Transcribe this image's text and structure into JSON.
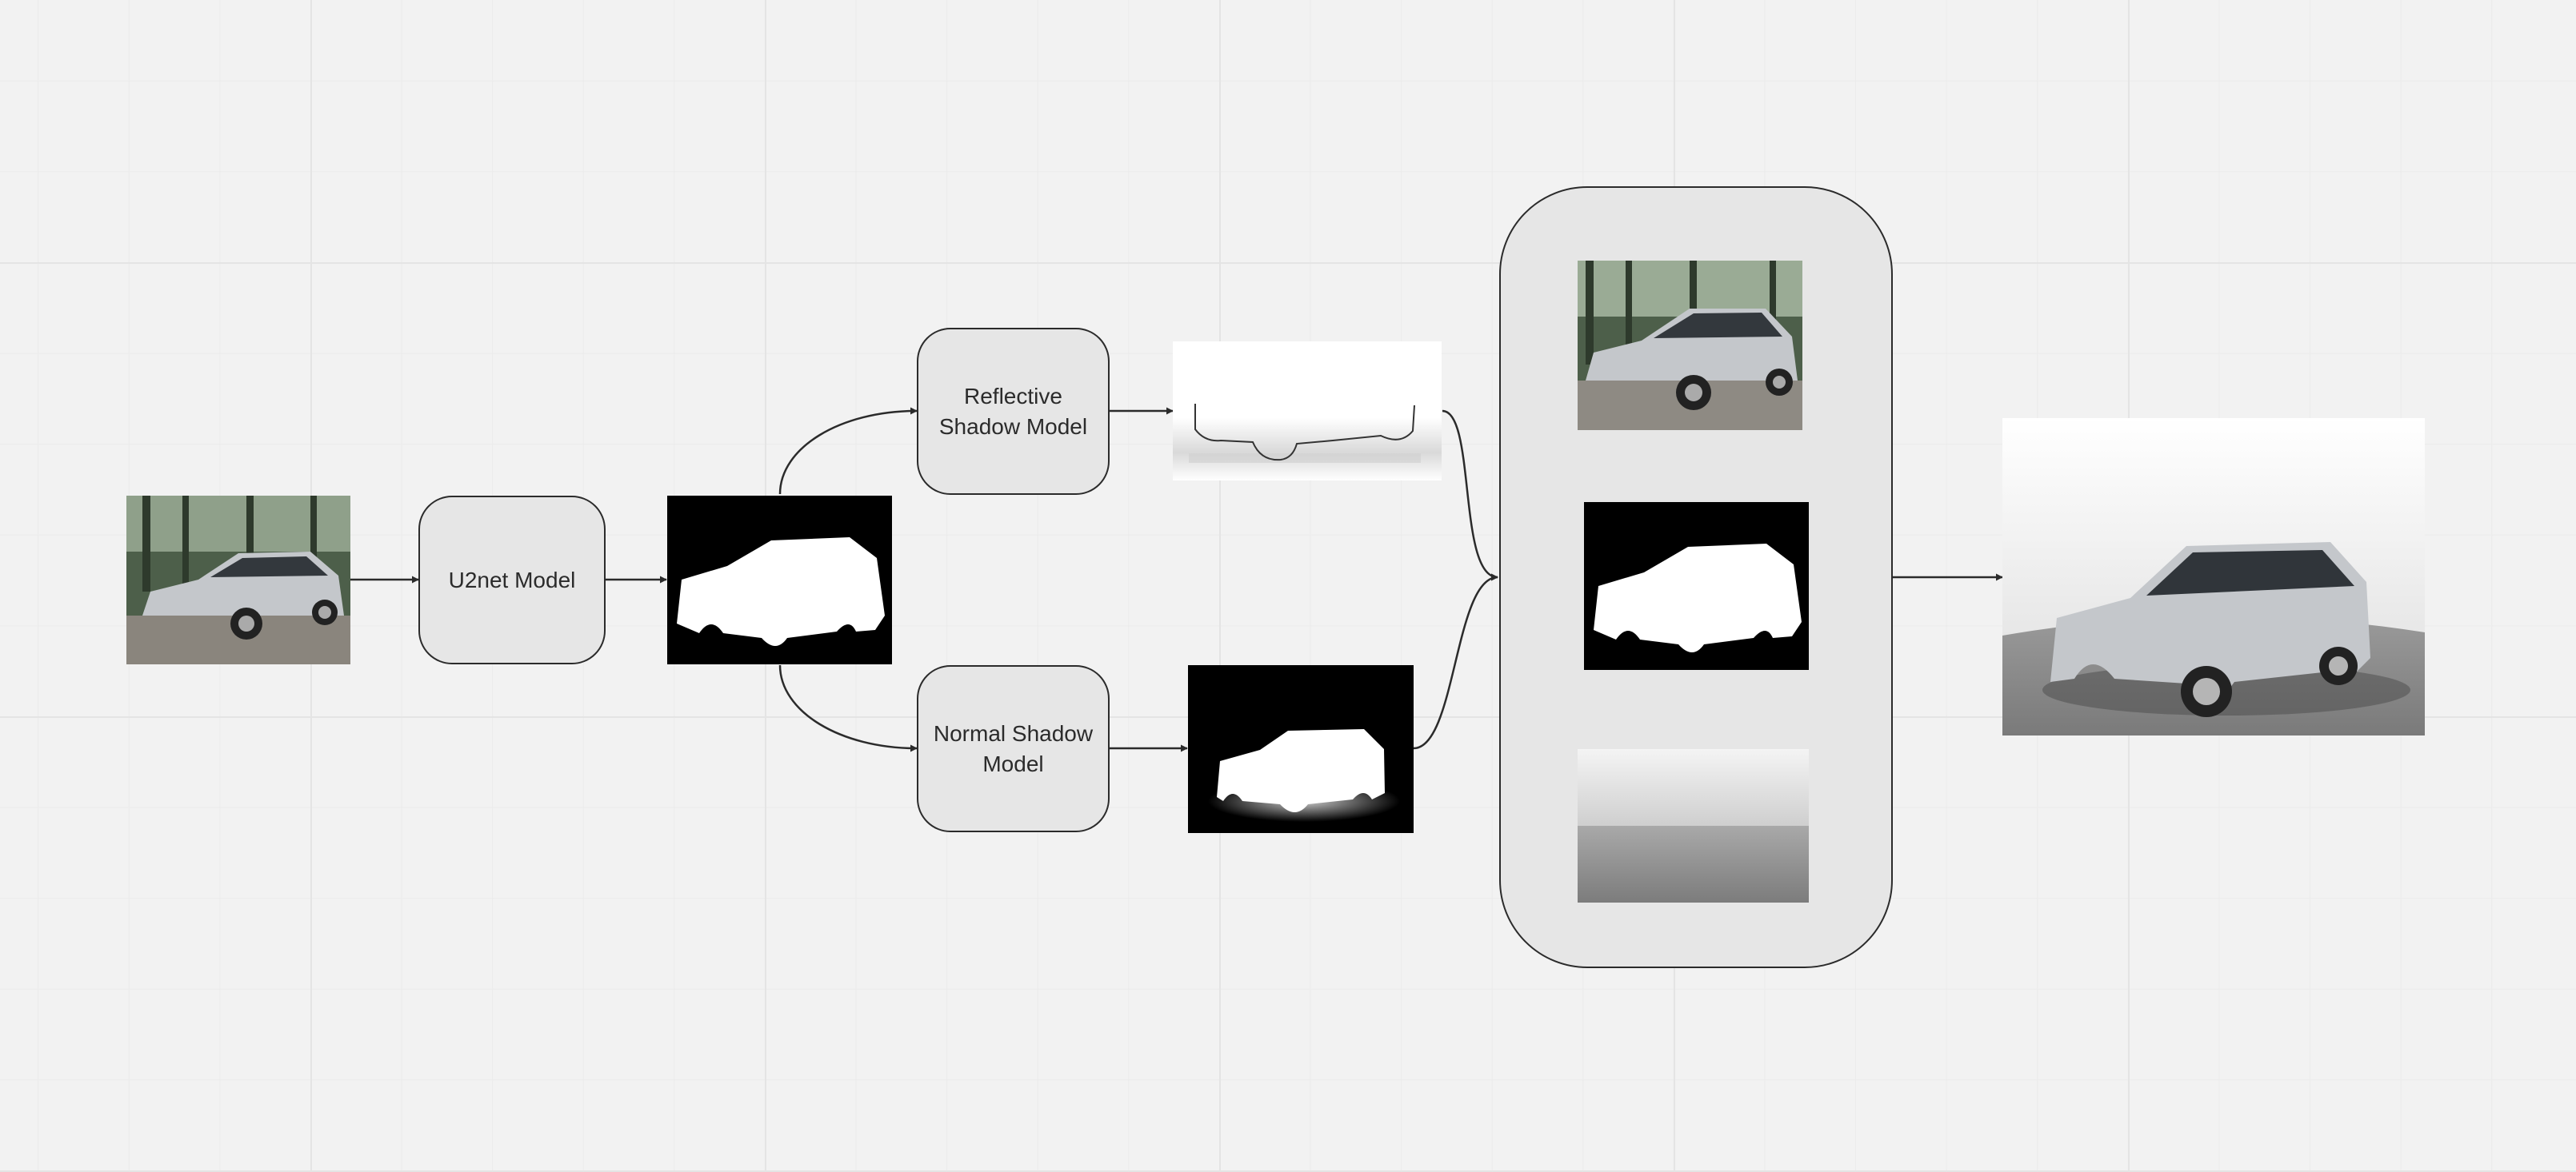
{
  "diagram": {
    "nodes": {
      "u2net": {
        "label": "U2net Model"
      },
      "reflective": {
        "label": "Reflective\nShadow Model"
      },
      "normal": {
        "label": "Normal Shadow\nModel"
      }
    },
    "images": [
      {
        "id": "input-photo",
        "depicts": "silver SUV photographed outdoors among trees"
      },
      {
        "id": "car-mask",
        "depicts": "white car silhouette mask on black"
      },
      {
        "id": "reflective-shadow-output",
        "depicts": "reflective shadow map under car silhouette"
      },
      {
        "id": "normal-shadow-output",
        "depicts": "soft shadow mask on black"
      },
      {
        "id": "composite-input-photo",
        "depicts": "original car photo"
      },
      {
        "id": "composite-mask",
        "depicts": "car silhouette mask"
      },
      {
        "id": "studio-background",
        "depicts": "empty studio backdrop with floor"
      },
      {
        "id": "final-output",
        "depicts": "car composited into studio with shadow"
      }
    ]
  },
  "colors": {
    "background": "#f2f2f2",
    "node_fill": "#e6e6e6",
    "stroke": "#2b2b2b",
    "car_silver": "#c4c7cb"
  }
}
